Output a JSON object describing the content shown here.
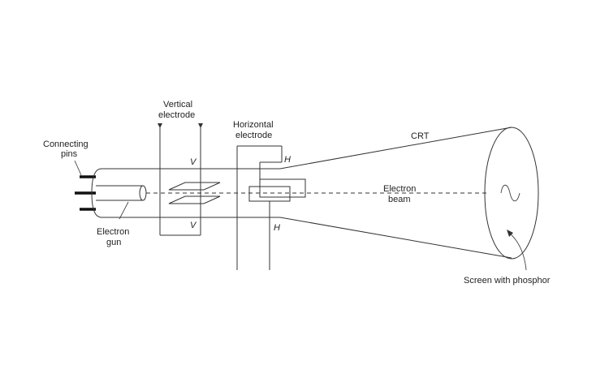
{
  "labels": {
    "connecting_pins_1": "Connecting",
    "connecting_pins_2": "pins",
    "vertical_electrode_1": "Vertical",
    "vertical_electrode_2": "electrode",
    "horizontal_electrode_1": "Horizontal",
    "horizontal_electrode_2": "electrode",
    "crt": "CRT",
    "v_top": "V",
    "v_bottom": "V",
    "h_top": "H",
    "h_bottom": "H",
    "electron_beam_1": "Electron",
    "electron_beam_2": "beam",
    "electron_gun_1": "Electron",
    "electron_gun_2": "gun",
    "screen": "Screen with phosphor"
  },
  "colors": {
    "line": "#333333",
    "pins": "#111111",
    "text": "#222222"
  }
}
